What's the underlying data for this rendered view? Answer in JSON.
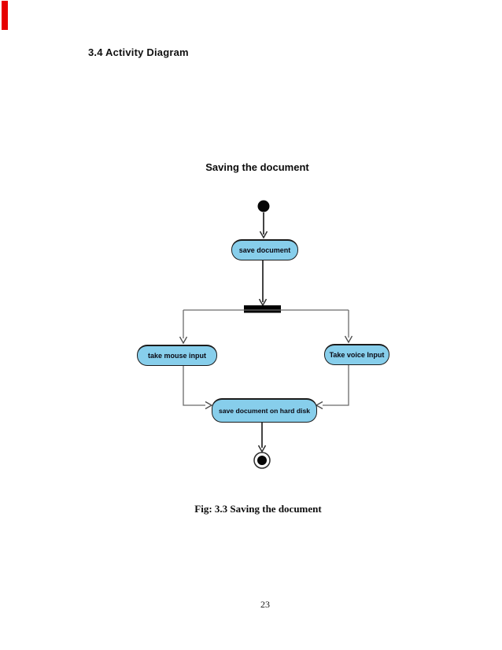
{
  "page": {
    "heading": "3.4 Activity Diagram",
    "diagram_title": "Saving the document",
    "figure_caption": "Fig: 3.3 Saving the document",
    "page_number": "23"
  },
  "diagram": {
    "type": "uml-activity-diagram",
    "labels": {
      "save_document": "save document",
      "take_mouse_input": "take mouse input",
      "take_voice_input": "Take voice Input",
      "save_document_on_hard_disk": "save document on hard disk"
    },
    "nodes": [
      {
        "id": "initial",
        "kind": "initial-state"
      },
      {
        "id": "save-document",
        "kind": "activity",
        "label": "save document"
      },
      {
        "id": "fork",
        "kind": "fork-bar"
      },
      {
        "id": "take-mouse-input",
        "kind": "activity",
        "label": "take mouse input"
      },
      {
        "id": "take-voice-input",
        "kind": "activity",
        "label": "Take voice Input"
      },
      {
        "id": "save-document-on-hard-disk",
        "kind": "activity",
        "label": "save document on hard disk"
      },
      {
        "id": "final",
        "kind": "final-state"
      }
    ],
    "edges": [
      {
        "from": "initial",
        "to": "save-document"
      },
      {
        "from": "save-document",
        "to": "fork"
      },
      {
        "from": "fork",
        "to": "take-mouse-input"
      },
      {
        "from": "fork",
        "to": "take-voice-input"
      },
      {
        "from": "take-mouse-input",
        "to": "save-document-on-hard-disk"
      },
      {
        "from": "take-voice-input",
        "to": "save-document-on-hard-disk"
      },
      {
        "from": "save-document-on-hard-disk",
        "to": "final"
      }
    ],
    "colors": {
      "activity_fill": "#87CEEB",
      "activity_border": "#1b1b1b",
      "connector": "#6b6b6b",
      "fork_bar": "#000000",
      "red_margin_mark": "#e60000"
    }
  }
}
